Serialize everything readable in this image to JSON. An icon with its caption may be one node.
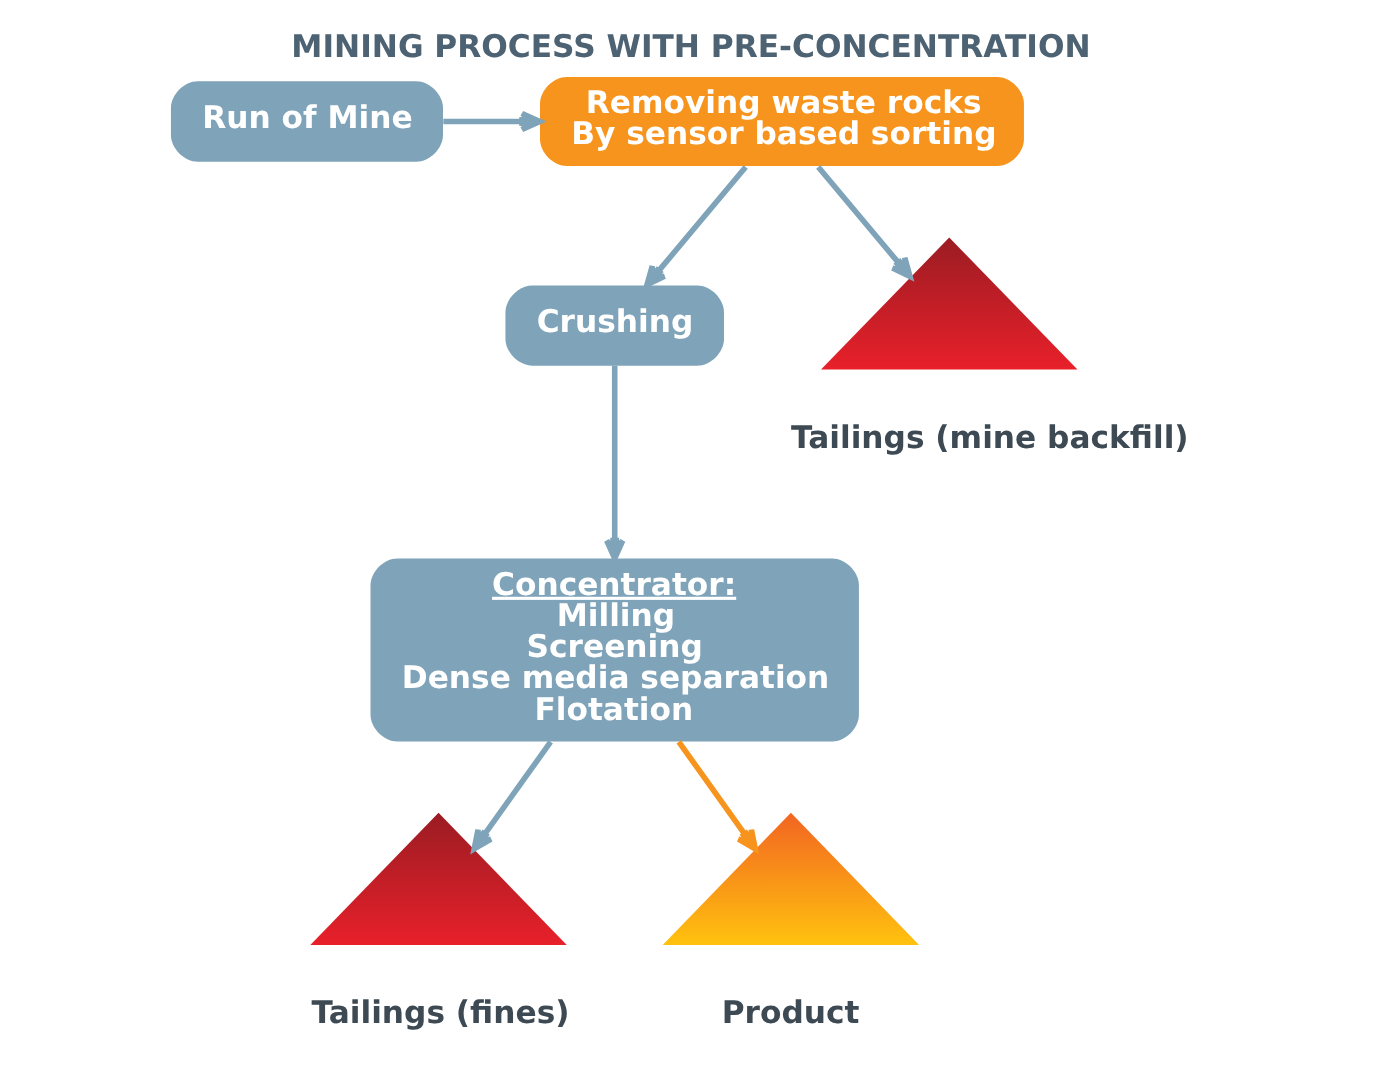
{
  "diagram": {
    "title": "MINING PROCESS WITH PRE-CONCENTRATION",
    "nodes": [
      {
        "text": [
          "Run of Mine"
        ]
      },
      {
        "text": [
          "Removing waste rocks By sensor based sorting"
        ]
      },
      {
        "text": [
          "Crushing"
        ]
      },
      {
        "text": [
          "Concentrator:",
          "Milling",
          "Screening",
          "Dense media separation",
          "Flotation"
        ]
      },
      {
        "text": [],
        "shape": "triangle",
        "beside": [
          "Tailings (mine backfill)"
        ]
      },
      {
        "text": [],
        "shape": "triangle",
        "beside": [
          "Tailings (fines)"
        ]
      },
      {
        "text": [],
        "shape": "triangle",
        "beside": [
          "Product"
        ]
      }
    ],
    "edges": [
      {
        "from": 0,
        "to": 1,
        "arrow": "to"
      },
      {
        "from": 1,
        "to": 2,
        "arrow": "to"
      },
      {
        "from": 1,
        "to": 4,
        "arrow": "to"
      },
      {
        "from": 2,
        "to": 3,
        "arrow": "to"
      },
      {
        "from": 3,
        "to": 5,
        "arrow": "to"
      },
      {
        "from": 3,
        "to": 6,
        "arrow": "to",
        "color": "#f7941d"
      }
    ]
  }
}
